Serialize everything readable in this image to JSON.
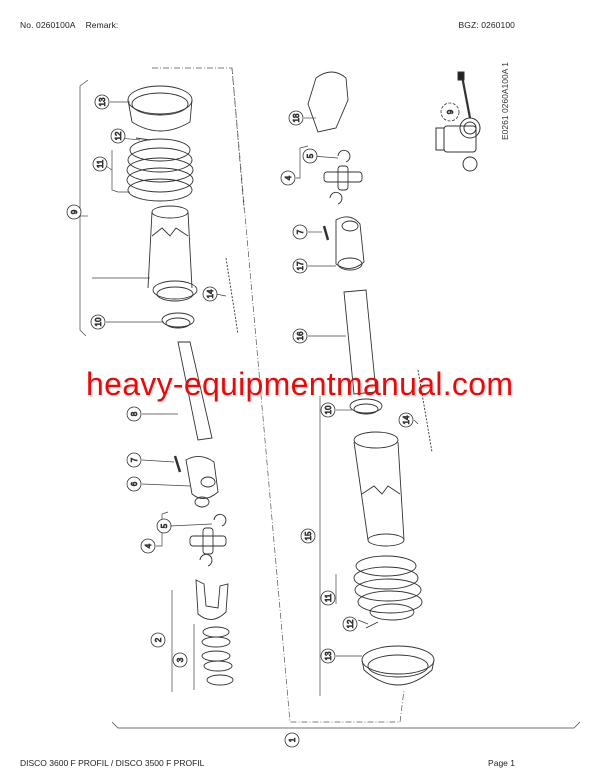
{
  "header": {
    "doc_number": "No. 0260100A",
    "remark_label": "Remark:",
    "bgz": "BGZ: 0260100"
  },
  "footer": {
    "model": "DISCO 3600 F PROFIL / DISCO 3500 F PROFIL",
    "page": "Page 1"
  },
  "watermark": "heavy-equipmentmanual.com",
  "drawing_code": "E0261 0260A100A 1",
  "locator_icon": {
    "label": "9",
    "icon": "gear-icon"
  },
  "callouts": {
    "c1": "1",
    "c2": "2",
    "c3": "3",
    "c4a": "4",
    "c4b": "4",
    "c5a": "5",
    "c5b": "5",
    "c6": "6",
    "c7a": "7",
    "c7b": "7",
    "c8": "8",
    "c9": "9",
    "c10a": "10",
    "c10b": "10",
    "c11a": "11",
    "c11b": "11",
    "c12a": "12",
    "c12b": "12",
    "c13a": "13",
    "c13b": "13",
    "c14a": "14",
    "c14b": "14",
    "c15": "15",
    "c16": "16",
    "c17": "17",
    "c18": "18"
  }
}
